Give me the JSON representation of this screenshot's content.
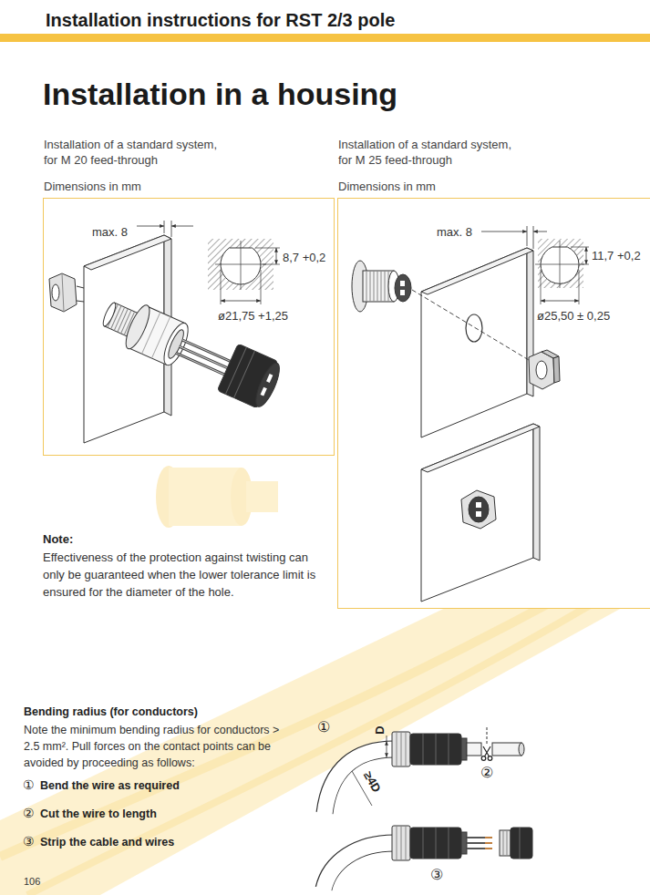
{
  "diagram": {
    "title": "Installation in a housing",
    "nodes": [
      {
        "text": [
          "Installation of a standard system, for M 20 feed-through",
          "Dimensions in mm",
          "max. 8",
          "8,7 +0,2",
          "ø21,75 +1,25"
        ]
      },
      {
        "text": [
          "Installation of a standard system, for M 25 feed-through",
          "Dimensions in mm",
          "max. 8",
          "11,7 +0,2",
          "ø25,50 ± 0,25"
        ]
      }
    ],
    "labels": [
      "Installation instructions for RST 2/3 pole",
      "Note:",
      "Effectiveness of the protection against twisting can only be guaranteed when the lower tolerance limit is ensured for the diameter of the hole.",
      "Bending radius (for conductors)",
      "Note the minimum bending radius for conductors > 2.5 mm². Pull forces on the contact points can be avoided by proceeding as follows:",
      "①",
      "Bend the wire as required",
      "②",
      "Cut the wire to length",
      "③",
      "Strip the cable and wires",
      "①",
      "D",
      "≥4D",
      "②",
      "③",
      "106"
    ]
  }
}
